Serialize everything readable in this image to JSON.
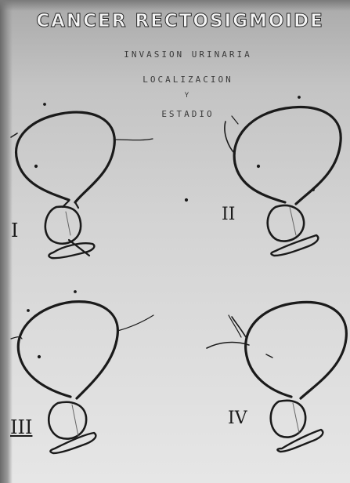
{
  "figure": {
    "title": "CANCER RECTOSIGMOIDE",
    "subtitle_lines": [
      "INVASION URINARIA",
      "LOCALIZACION",
      "Y",
      "ESTADIO"
    ],
    "stages": [
      {
        "label": "I"
      },
      {
        "label": "II"
      },
      {
        "label": "III"
      },
      {
        "label": "IV"
      }
    ]
  },
  "colors": {
    "paper": "#d3d3d3",
    "ink": "#1a1a1a"
  }
}
